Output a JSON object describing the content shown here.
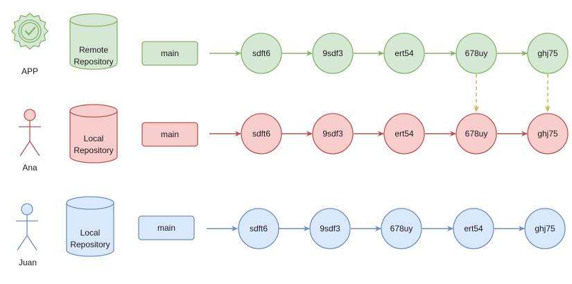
{
  "colors": {
    "green_fill": "#d5e8d4",
    "green_stroke": "#82b366",
    "red_fill": "#f8cecc",
    "red_stroke": "#b85450",
    "blue_fill": "#dae8fc",
    "blue_stroke": "#6c8ebf",
    "sync_arrow": "#d6b656",
    "actor_red_fill": "#f8cecc",
    "actor_red_stroke": "#b85450"
  },
  "rows": [
    {
      "actor": "APP",
      "actor_icon": "verified-badge-icon",
      "repo_line1": "Remote",
      "repo_line2": "Repository",
      "branch": "main",
      "commits": [
        "sdft6",
        "9sdf3",
        "ert54",
        "678uy",
        "ghj75"
      ]
    },
    {
      "actor": "Ana",
      "actor_icon": "person-icon",
      "repo_line1": "Local",
      "repo_line2": "Repository",
      "branch": "main",
      "commits": [
        "sdft6",
        "9sdf3",
        "ert54",
        "678uy",
        "ghj75"
      ]
    },
    {
      "actor": "Juan",
      "actor_icon": "person-icon",
      "repo_line1": "Local",
      "repo_line2": "Repository",
      "branch": "main",
      "commits": [
        "sdft6",
        "9sdf3",
        "678uy",
        "ert54",
        "ghj75"
      ]
    }
  ]
}
